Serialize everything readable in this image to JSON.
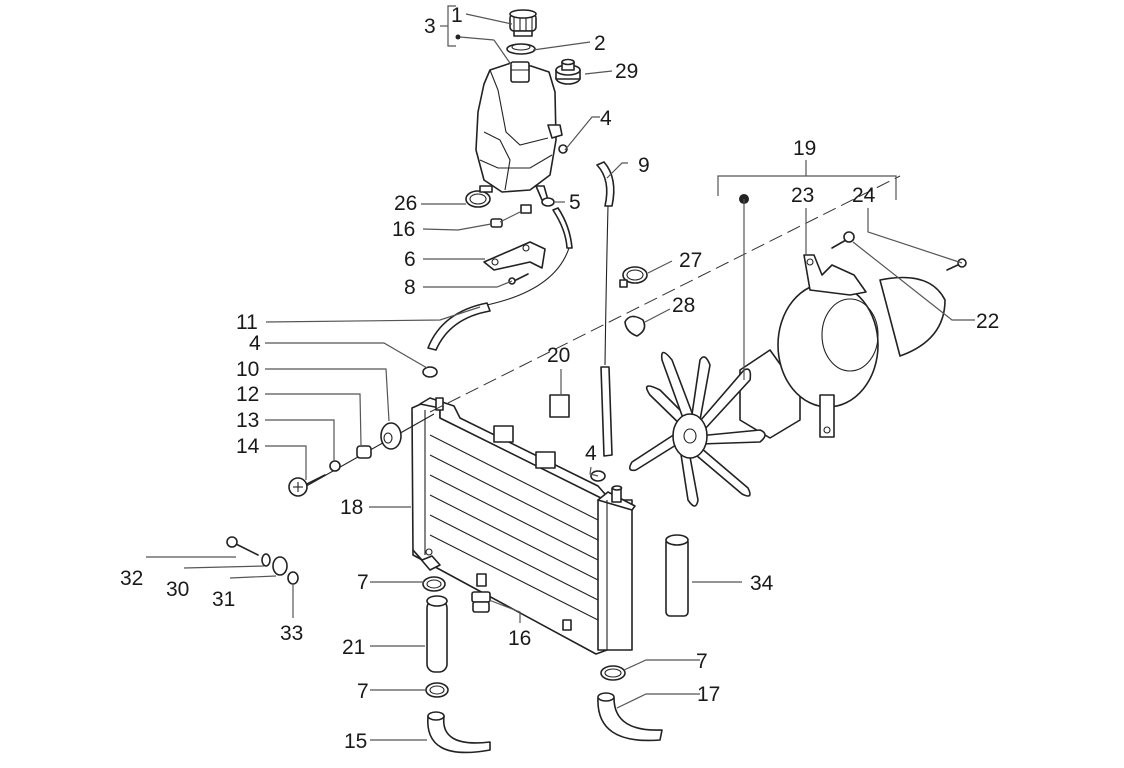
{
  "diagram": {
    "type": "exploded-parts-diagram",
    "subject": "radiator / cooling system",
    "callouts": [
      {
        "id": "c1",
        "text": "1"
      },
      {
        "id": "c2",
        "text": "2"
      },
      {
        "id": "c3",
        "text": "3"
      },
      {
        "id": "c29",
        "text": "29"
      },
      {
        "id": "c4a",
        "text": "4"
      },
      {
        "id": "c9",
        "text": "9"
      },
      {
        "id": "c26",
        "text": "26"
      },
      {
        "id": "c5",
        "text": "5"
      },
      {
        "id": "c16a",
        "text": "16"
      },
      {
        "id": "c6",
        "text": "6"
      },
      {
        "id": "c8",
        "text": "8"
      },
      {
        "id": "c27",
        "text": "27"
      },
      {
        "id": "c28",
        "text": "28"
      },
      {
        "id": "c11",
        "text": "11"
      },
      {
        "id": "c4b",
        "text": "4"
      },
      {
        "id": "c10",
        "text": "10"
      },
      {
        "id": "c12",
        "text": "12"
      },
      {
        "id": "c13",
        "text": "13"
      },
      {
        "id": "c14",
        "text": "14"
      },
      {
        "id": "c20",
        "text": "20"
      },
      {
        "id": "c4c",
        "text": "4"
      },
      {
        "id": "c18",
        "text": "18"
      },
      {
        "id": "c19",
        "text": "19"
      },
      {
        "id": "c23",
        "text": "23"
      },
      {
        "id": "c24",
        "text": "24"
      },
      {
        "id": "c22",
        "text": "22"
      },
      {
        "id": "c32",
        "text": "32"
      },
      {
        "id": "c30",
        "text": "30"
      },
      {
        "id": "c31",
        "text": "31"
      },
      {
        "id": "c33",
        "text": "33"
      },
      {
        "id": "c7a",
        "text": "7"
      },
      {
        "id": "c21",
        "text": "21"
      },
      {
        "id": "c7b",
        "text": "7"
      },
      {
        "id": "c15",
        "text": "15"
      },
      {
        "id": "c16b",
        "text": "16"
      },
      {
        "id": "c34",
        "text": "34"
      },
      {
        "id": "c7c",
        "text": "7"
      },
      {
        "id": "c17",
        "text": "17"
      }
    ],
    "groups": [
      {
        "label": "3",
        "contains": [
          "1",
          "expansion-tank"
        ]
      },
      {
        "label": "19",
        "contains": [
          "fan-assembly",
          "23",
          "24"
        ]
      }
    ]
  }
}
